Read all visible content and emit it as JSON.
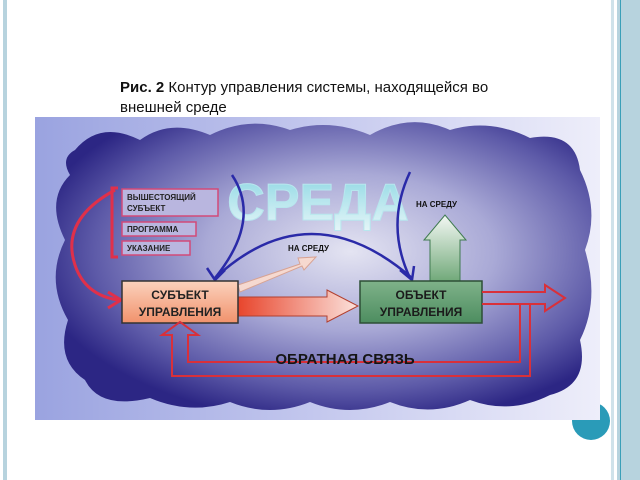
{
  "caption": {
    "prefix": "Рис. 2",
    "text": " Контур управления системы, находящейся во внешней среде"
  },
  "diagram": {
    "environment": "СРЕДА",
    "superior_subject_line1": "ВЫШЕСТОЯЩИЙ",
    "superior_subject_line2": "СУБЪЕКТ",
    "program": "ПРОГРАММА",
    "instruction": "УКАЗАНИЕ",
    "subject_line1": "СУБЪЕКТ",
    "subject_line2": "УПРАВЛЕНИЯ",
    "object_line1": "ОБЪЕКТ",
    "object_line2": "УПРАВЛЕНИЯ",
    "to_environment_1": "НА СРЕДУ",
    "to_environment_2": "НА СРЕДУ",
    "feedback": "ОБРАТНАЯ СВЯЗЬ"
  },
  "colors": {
    "stripe": "#b7d3de",
    "accent_circle": "#2a9bb8"
  }
}
